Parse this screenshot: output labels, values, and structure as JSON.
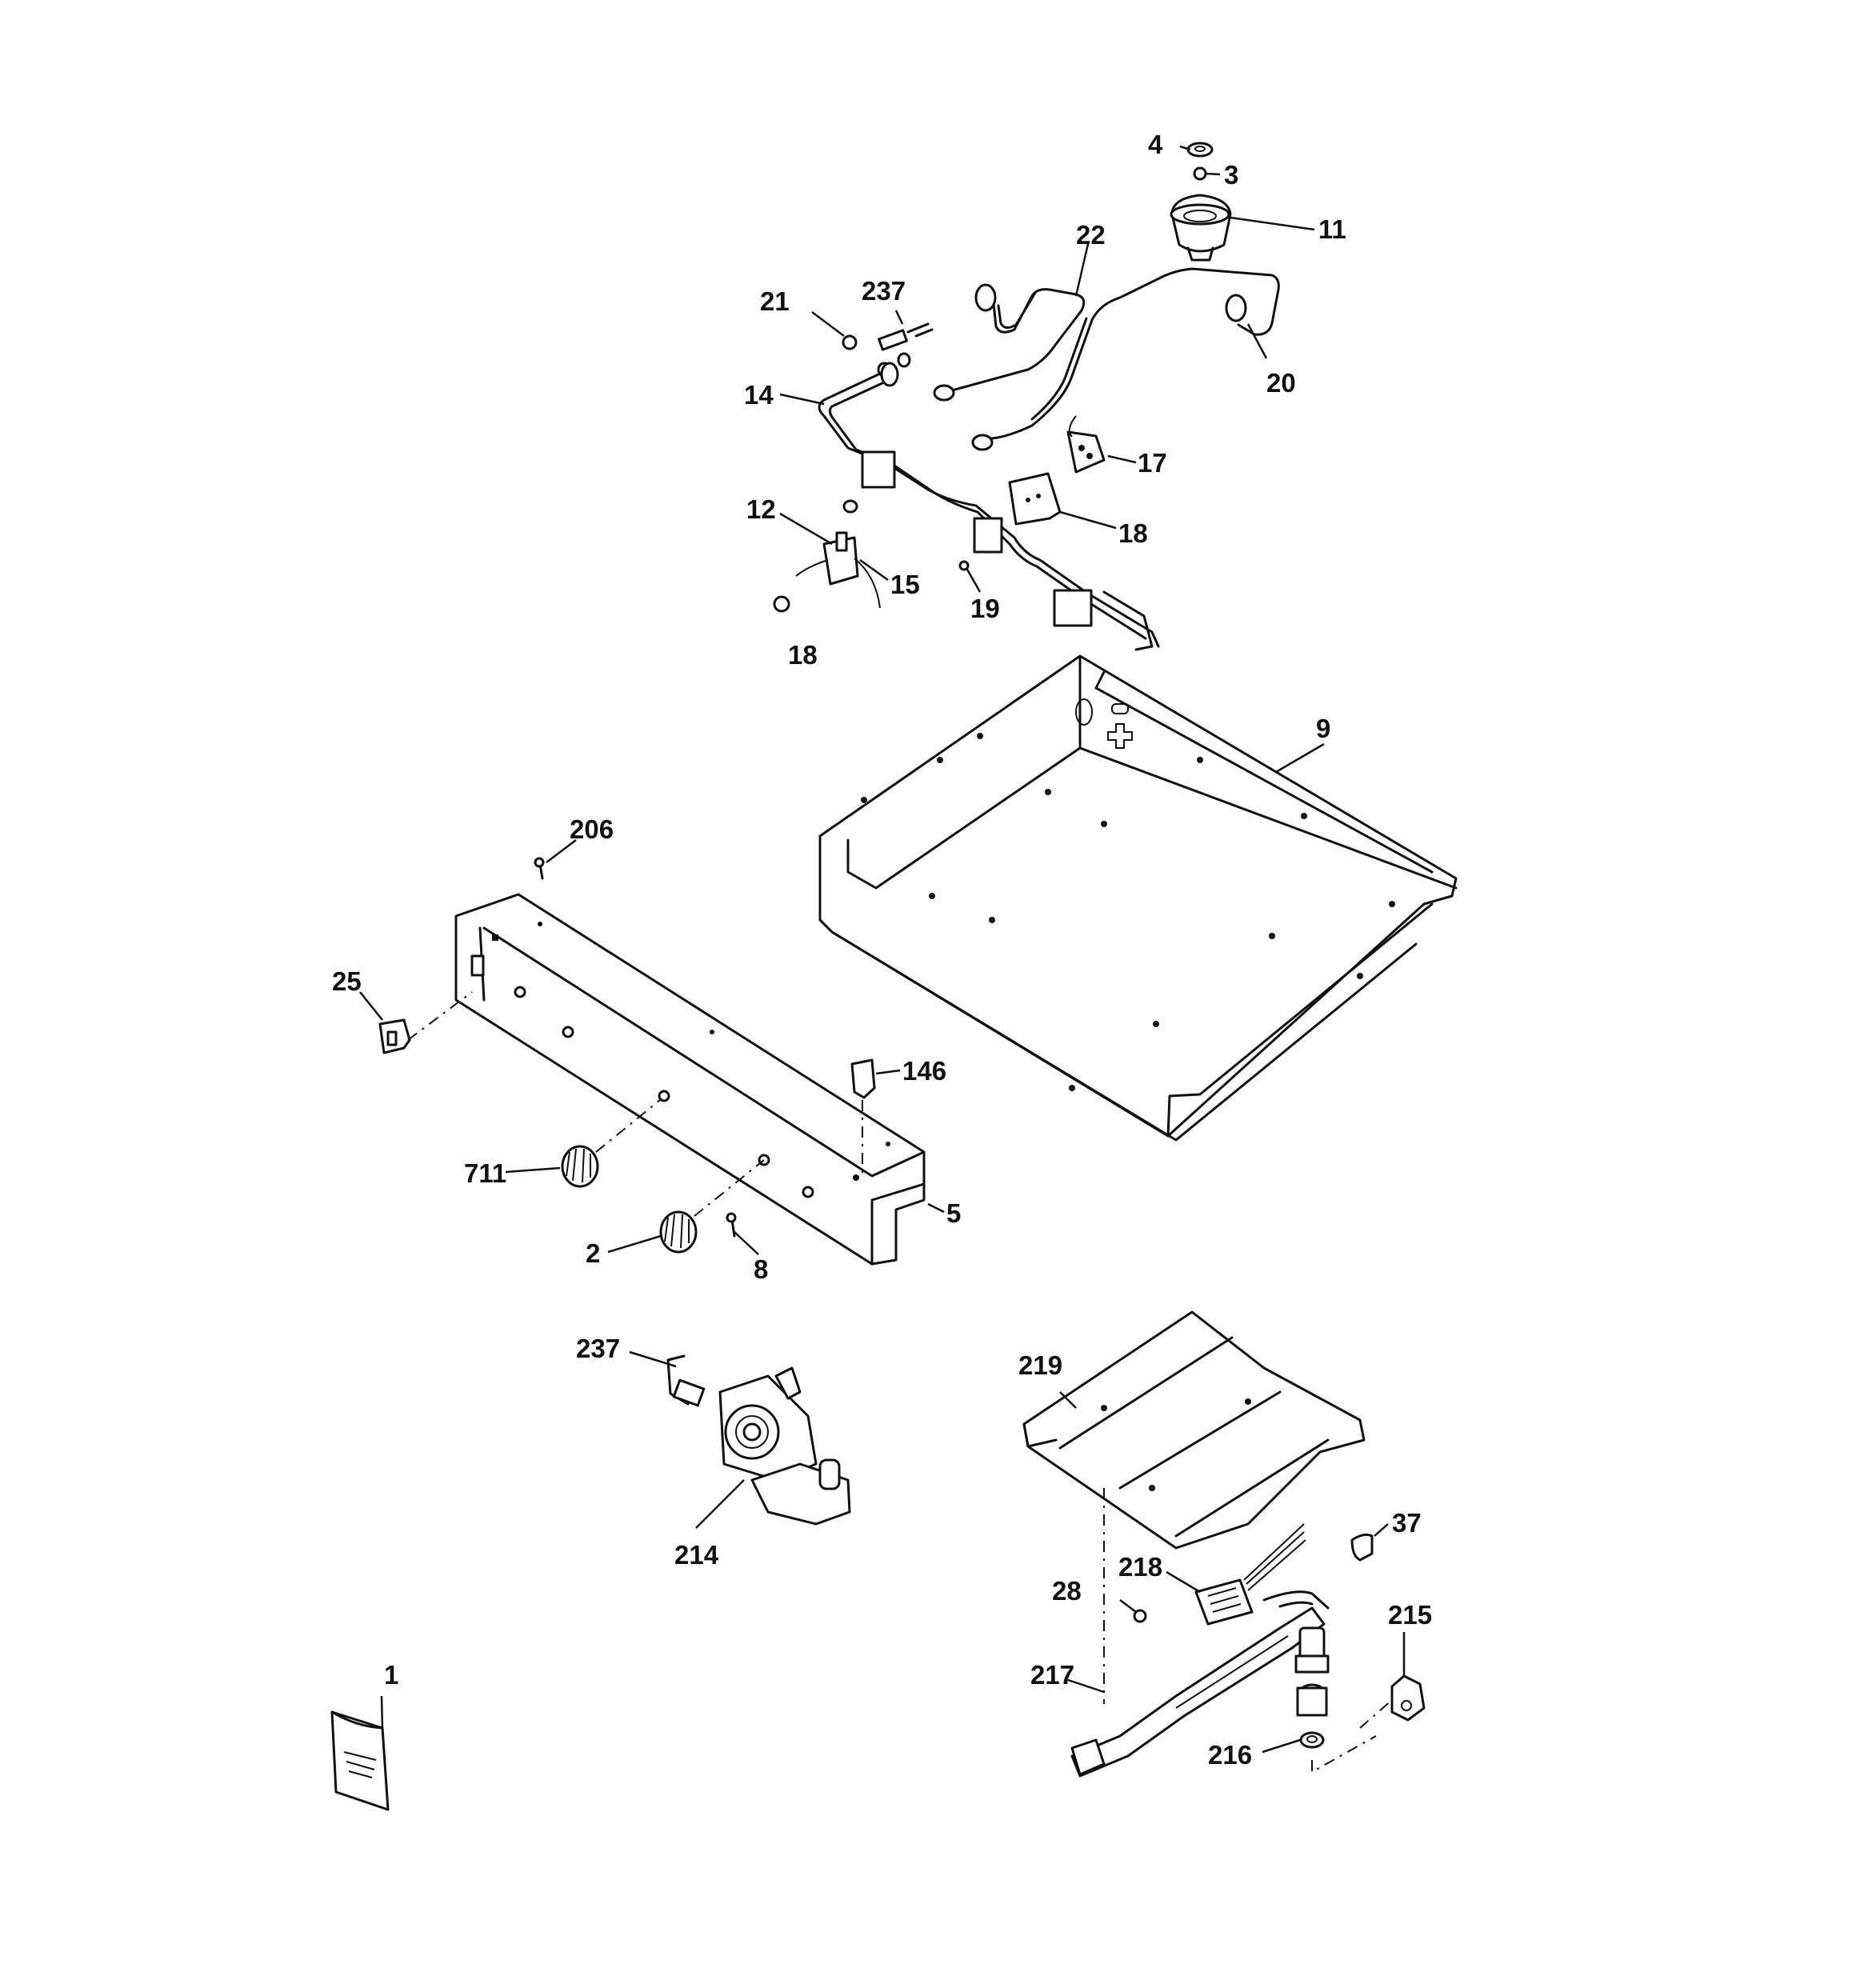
{
  "callouts": {
    "c4": "4",
    "c3": "3",
    "c11": "11",
    "c22": "22",
    "c237a": "237",
    "c21": "21",
    "c20": "20",
    "c14": "14",
    "c17": "17",
    "c18a": "18",
    "c12": "12",
    "c15": "15",
    "c19": "19",
    "c18b": "18",
    "c9": "9",
    "c206": "206",
    "c25": "25",
    "c146": "146",
    "c711": "711",
    "c5": "5",
    "c2": "2",
    "c8": "8",
    "c237b": "237",
    "c214": "214",
    "c219": "219",
    "c37": "37",
    "c218": "218",
    "c28": "28",
    "c215": "215",
    "c217": "217",
    "c216": "216",
    "c1": "1"
  }
}
